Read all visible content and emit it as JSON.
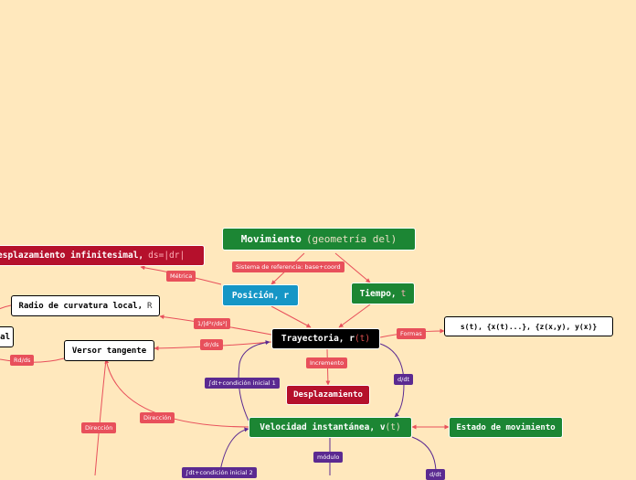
{
  "nodes": {
    "movimiento": {
      "title": "Movimiento",
      "sub": "(geometría del)"
    },
    "posicion": {
      "title": "Posición,",
      "sub": "r"
    },
    "tiempo": {
      "title": "Tiempo,",
      "sub": "t"
    },
    "trayectoria": {
      "title": "Trayectoria, r",
      "sub": "(t)"
    },
    "desplazamiento_inf": {
      "title": "esplazamiento infinitesimal,",
      "sub": "ds=|dr|"
    },
    "radio": {
      "title": "Radio de curvatura local,",
      "sub": "R"
    },
    "left_edge": {
      "title": "al"
    },
    "versor": {
      "title": "Versor tangente"
    },
    "formas": {
      "title": "s(t), {x(t)...}, {z(x,y), y(x)}"
    },
    "desplazamiento": {
      "title": "Desplazamiento"
    },
    "velocidad": {
      "title": "Velocidad instantánea, v",
      "sub": "(t)"
    },
    "estado": {
      "title": "Estado de movimiento"
    }
  },
  "labels": {
    "sistema": "Sistema de referencia: base+coord",
    "metrica": "Métrica",
    "curv": "1/|d²r/ds²|",
    "drds": "dr/ds",
    "rdrs": "Rd/ds",
    "formas": "Formas",
    "incremento": "Incremento",
    "ddt": "d/dt",
    "integral1": "∫dt+condición inicial 1",
    "direccion1": "Dirección",
    "direccion2": "Dirección",
    "modulo": "módulo",
    "integral2": "∫dt+condición inicial 2",
    "ddt2": "d/dt"
  },
  "colors": {
    "background": "#ffe8bd",
    "green": "#1c8634",
    "red": "#b5102c",
    "blue": "#1596c6",
    "label_red": "#e8505b",
    "label_purple": "#5b2a91",
    "edge_red": "#e8505b",
    "edge_purple": "#5b2a91"
  }
}
